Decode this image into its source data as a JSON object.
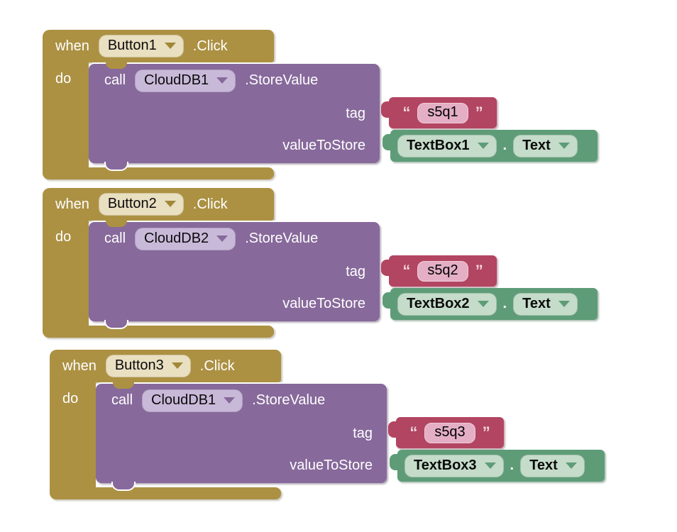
{
  "app": {
    "editor": "blocks-canvas",
    "background": "#ffffff"
  },
  "colors": {
    "event_block_gold": "#AC9143",
    "method_block_purple": "#87699B",
    "text_block_red": "#B24561",
    "getter_block_green": "#5E9C78",
    "dropdown_cream": "#E9DFC1",
    "dropdown_lavender": "#C9B9D9",
    "dropdown_lightgreen": "#C5DCCA",
    "tag_field_pink": "#E4AFC5",
    "label_text_white": "#FFFFFF",
    "field_text_black": "#000000"
  },
  "icons": {
    "dropdown_arrow": "triangle-down"
  },
  "blocks": [
    {
      "when_label": "when",
      "event_component": "Button1",
      "event_method": ".Click",
      "do_label": "do",
      "call_label": "call",
      "db_component": "CloudDB1",
      "db_method": ".StoreValue",
      "tag_param_label": "tag",
      "value_param_label": "valueToStore",
      "tag_open_quote": "“",
      "tag_text": "s5q1",
      "tag_close_quote": "”",
      "value_component": "TextBox1",
      "value_separator": ".",
      "value_property": "Text"
    },
    {
      "when_label": "when",
      "event_component": "Button2",
      "event_method": ".Click",
      "do_label": "do",
      "call_label": "call",
      "db_component": "CloudDB2",
      "db_method": ".StoreValue",
      "tag_param_label": "tag",
      "value_param_label": "valueToStore",
      "tag_open_quote": "“",
      "tag_text": "s5q2",
      "tag_close_quote": "”",
      "value_component": "TextBox2",
      "value_separator": ".",
      "value_property": "Text"
    },
    {
      "when_label": "when",
      "event_component": "Button3",
      "event_method": ".Click",
      "do_label": "do",
      "call_label": "call",
      "db_component": "CloudDB1",
      "db_method": ".StoreValue",
      "tag_param_label": "tag",
      "value_param_label": "valueToStore",
      "tag_open_quote": "“",
      "tag_text": "s5q3",
      "tag_close_quote": "”",
      "value_component": "TextBox3",
      "value_separator": ".",
      "value_property": "Text"
    }
  ]
}
